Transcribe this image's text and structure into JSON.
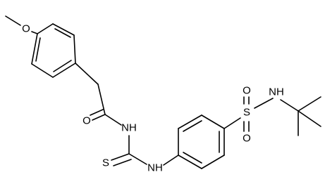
{
  "structure": {
    "atoms": {
      "methoxy_o": "O",
      "carbonyl_o": "O",
      "amide_nh": "NH",
      "thio_s": "S",
      "thiourea_nh": "NH",
      "sulfonyl_s": "S",
      "sulfonyl_o_top": "O",
      "sulfonyl_o_bottom": "O",
      "sulfonamide_nh": "NH"
    },
    "colors": {
      "bond": "#000000",
      "label": "#000000",
      "background": "#ffffff"
    }
  }
}
